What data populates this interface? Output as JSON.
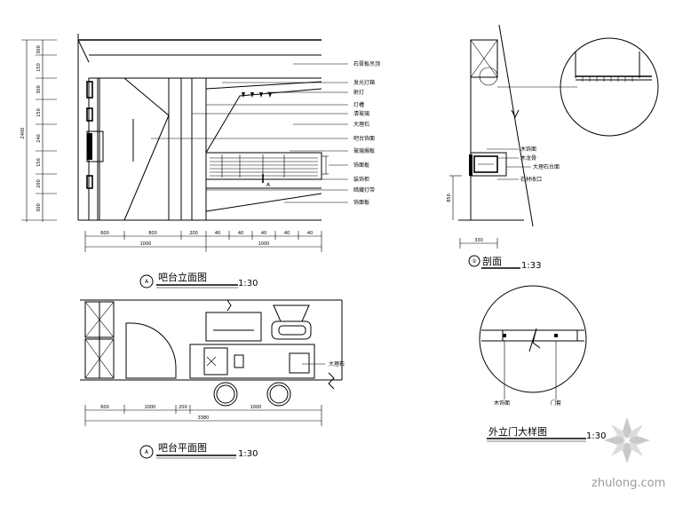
{
  "elevation": {
    "title": "吧台立面图",
    "scale": "1:30",
    "badge": "A",
    "section_tag": "A",
    "left_dims": [
      "300",
      "150",
      "300",
      "150",
      "240",
      "150",
      "200",
      "300"
    ],
    "overall_height": "2400",
    "bottom_dims_row1": [
      "600",
      "800",
      "200",
      "40",
      "40",
      "40",
      "40",
      "40"
    ],
    "bottom_dims_row2": [
      "1000",
      "1000"
    ],
    "callouts": [
      "石膏板吊顶",
      "发光灯箱",
      "射灯",
      "灯槽",
      "清玻璃",
      "大理石",
      "吧台饰面",
      "玻璃搁板",
      "饰面板",
      "装饰柜",
      "暗藏灯带",
      "饰面板"
    ]
  },
  "plan": {
    "title": "吧台平面图",
    "scale": "1:30",
    "badge": "A",
    "callout": "大理石",
    "bottom_dims": [
      "600",
      "1000",
      "200",
      "1000"
    ],
    "overall": "3380"
  },
  "section": {
    "title": "剖面",
    "scale": "1:33",
    "badge": "②",
    "bottom_dim": "330",
    "side_dim": "850",
    "callouts": [
      "木饰面",
      "木龙骨",
      "大理石台面",
      "石材收口"
    ]
  },
  "detail": {
    "title": "外立门大样图",
    "scale": "1:30",
    "callouts": [
      "木饰面",
      "门套"
    ]
  },
  "watermark": "zhulong.com"
}
